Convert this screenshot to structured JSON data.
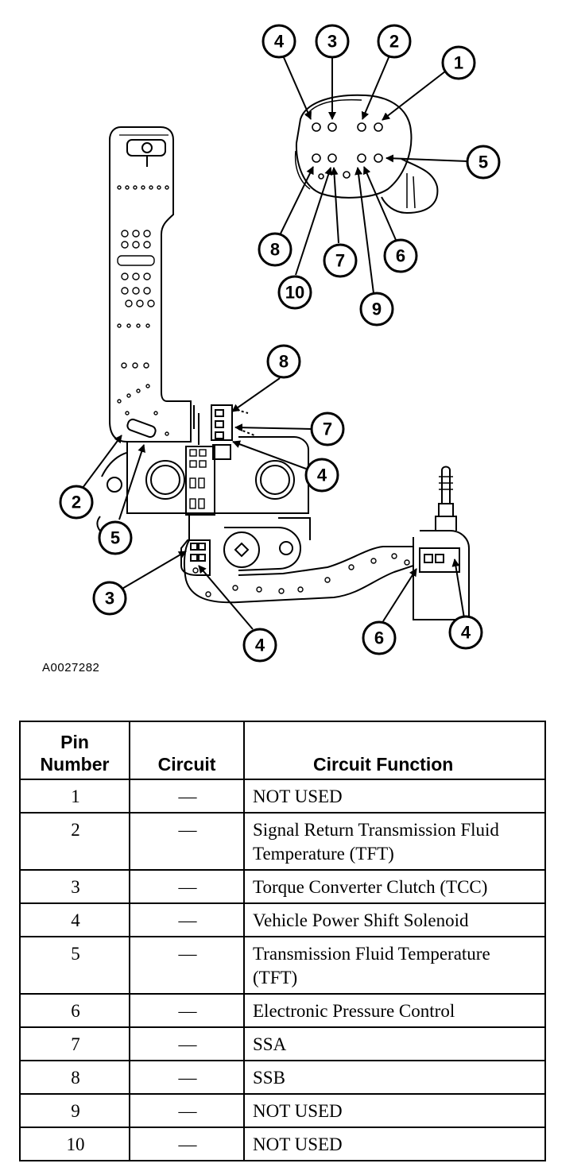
{
  "figure_id": "A0027282",
  "connector_callouts": [
    "1",
    "2",
    "3",
    "4",
    "5",
    "6",
    "7",
    "8",
    "9",
    "10"
  ],
  "harness_callouts": [
    "2",
    "3",
    "4",
    "5",
    "6",
    "7",
    "8"
  ],
  "table": {
    "headers": {
      "pin_number": "Pin\nNumber",
      "circuit": "Circuit",
      "circuit_function": "Circuit Function"
    },
    "rows": [
      {
        "pin": "1",
        "circuit": "—",
        "function": "NOT USED"
      },
      {
        "pin": "2",
        "circuit": "—",
        "function": "Signal Return Transmission Fluid Temperature (TFT)"
      },
      {
        "pin": "3",
        "circuit": "—",
        "function": "Torque Converter Clutch (TCC)"
      },
      {
        "pin": "4",
        "circuit": "—",
        "function": "Vehicle Power Shift Solenoid"
      },
      {
        "pin": "5",
        "circuit": "—",
        "function": "Transmission Fluid Temperature (TFT)"
      },
      {
        "pin": "6",
        "circuit": "—",
        "function": "Electronic Pressure Control"
      },
      {
        "pin": "7",
        "circuit": "—",
        "function": "SSA"
      },
      {
        "pin": "8",
        "circuit": "—",
        "function": "SSB"
      },
      {
        "pin": "9",
        "circuit": "—",
        "function": "NOT USED"
      },
      {
        "pin": "10",
        "circuit": "—",
        "function": "NOT USED"
      }
    ]
  }
}
